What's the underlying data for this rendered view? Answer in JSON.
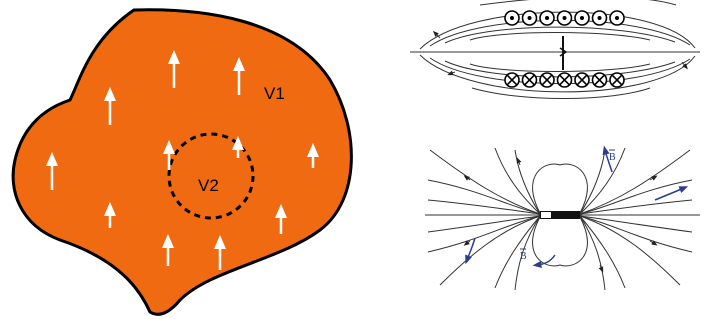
{
  "region_diagram": {
    "outer_label": "V1",
    "inner_label": "V2",
    "fill_color": "#f06a12",
    "arrow_color": "#ffffff"
  },
  "solenoid_diagram": {
    "out_of_page_symbol": "⊙",
    "into_page_symbol": "⊗",
    "top_row_count": 7,
    "bottom_row_count": 7
  },
  "dipole_diagram": {
    "field_label_top": "B",
    "field_label_bottom": "B",
    "field_label_color": "#2a3d8f"
  }
}
